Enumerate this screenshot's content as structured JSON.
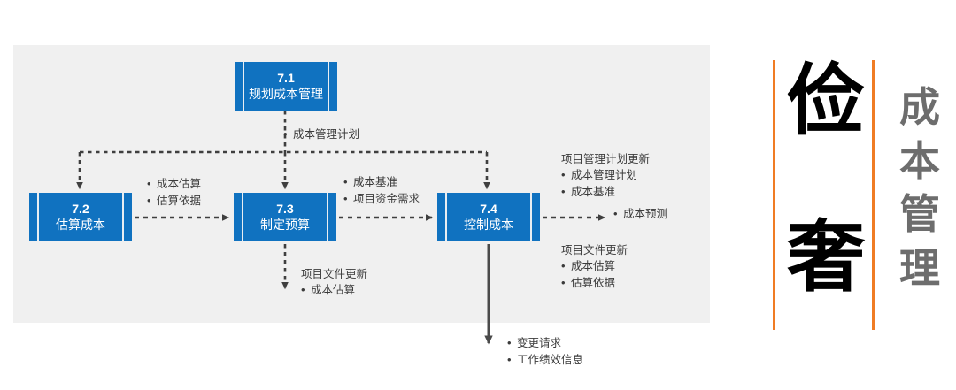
{
  "diagram": {
    "title_panel": {
      "big_chars": [
        "俭",
        "奢"
      ],
      "vertical_title_chars": [
        "成",
        "本",
        "管",
        "理"
      ],
      "vertical_title": "成本管理",
      "rule_color": "#f07c24",
      "big_char_color": "#000000",
      "vertical_title_color": "#6d6d6d"
    },
    "panel_background": "#f0f0f0",
    "box_color": "#1072c0",
    "boxes": [
      {
        "id": "7.1",
        "number": "7.1",
        "name": "规划成本管理"
      },
      {
        "id": "7.2",
        "number": "7.2",
        "name": "估算成本"
      },
      {
        "id": "7.3",
        "number": "7.3",
        "name": "制定预算"
      },
      {
        "id": "7.4",
        "number": "7.4",
        "name": "控制成本"
      }
    ],
    "labels": {
      "cost_mgmt_plan": "成本管理计划",
      "out_72": [
        "成本估算",
        "估算依据"
      ],
      "out_73": [
        "成本基准",
        "项目资金需求"
      ],
      "pm_plan_update_header": "项目管理计划更新",
      "pm_plan_update_items": [
        "成本管理计划",
        "成本基准"
      ],
      "out_74": "成本预测",
      "doc_update_74_header": "项目文件更新",
      "doc_update_74_items": [
        "成本估算",
        "估算依据"
      ],
      "doc_update_73_header": "项目文件更新",
      "doc_update_73_items": [
        "成本估算"
      ],
      "out_74_bottom": [
        "变更请求",
        "工作绩效信息"
      ]
    }
  }
}
